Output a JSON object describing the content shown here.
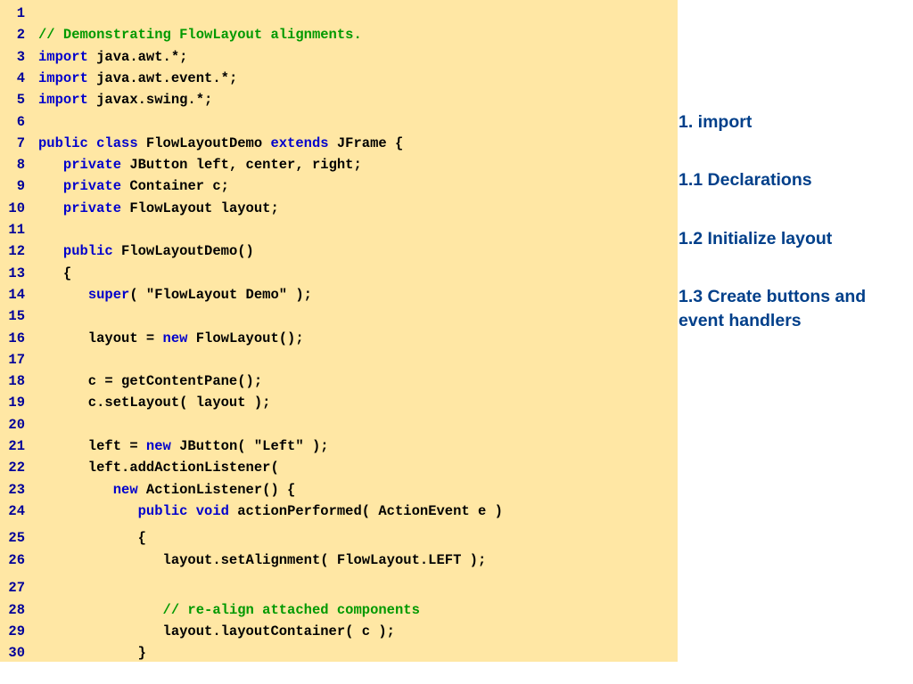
{
  "code_lines": [
    {
      "num": "1",
      "segments": []
    },
    {
      "num": "2",
      "segments": [
        {
          "t": "// Demonstrating FlowLayout alignments.",
          "c": "cm"
        }
      ]
    },
    {
      "num": "3",
      "segments": [
        {
          "t": "import",
          "c": "kw"
        },
        {
          "t": " java.awt.*;",
          "c": "tx"
        }
      ]
    },
    {
      "num": "4",
      "segments": [
        {
          "t": "import",
          "c": "kw"
        },
        {
          "t": " java.awt.event.*;",
          "c": "tx"
        }
      ]
    },
    {
      "num": "5",
      "segments": [
        {
          "t": "import",
          "c": "kw"
        },
        {
          "t": " javax.swing.*;",
          "c": "tx"
        }
      ]
    },
    {
      "num": "6",
      "segments": []
    },
    {
      "num": "7",
      "segments": [
        {
          "t": "public class",
          "c": "kw"
        },
        {
          "t": " FlowLayoutDemo ",
          "c": "tx"
        },
        {
          "t": "extends",
          "c": "kw"
        },
        {
          "t": " JFrame {",
          "c": "tx"
        }
      ]
    },
    {
      "num": "8",
      "segments": [
        {
          "t": "   ",
          "c": "tx"
        },
        {
          "t": "private",
          "c": "kw"
        },
        {
          "t": " JButton left, center, right;",
          "c": "tx"
        }
      ]
    },
    {
      "num": "9",
      "segments": [
        {
          "t": "   ",
          "c": "tx"
        },
        {
          "t": "private",
          "c": "kw"
        },
        {
          "t": " Container c;",
          "c": "tx"
        }
      ]
    },
    {
      "num": "10",
      "segments": [
        {
          "t": "   ",
          "c": "tx"
        },
        {
          "t": "private",
          "c": "kw"
        },
        {
          "t": " FlowLayout layout;",
          "c": "tx"
        }
      ]
    },
    {
      "num": "11",
      "segments": []
    },
    {
      "num": "12",
      "segments": [
        {
          "t": "   ",
          "c": "tx"
        },
        {
          "t": "public",
          "c": "kw"
        },
        {
          "t": " FlowLayoutDemo()",
          "c": "tx"
        }
      ]
    },
    {
      "num": "13",
      "segments": [
        {
          "t": "   {",
          "c": "tx"
        }
      ]
    },
    {
      "num": "14",
      "segments": [
        {
          "t": "      ",
          "c": "tx"
        },
        {
          "t": "super",
          "c": "kw"
        },
        {
          "t": "( \"FlowLayout Demo\" );",
          "c": "tx"
        }
      ]
    },
    {
      "num": "15",
      "segments": []
    },
    {
      "num": "16",
      "segments": [
        {
          "t": "      layout = ",
          "c": "tx"
        },
        {
          "t": "new",
          "c": "kw"
        },
        {
          "t": " FlowLayout();",
          "c": "tx"
        }
      ]
    },
    {
      "num": "17",
      "segments": []
    },
    {
      "num": "18",
      "segments": [
        {
          "t": "      c = getContentPane();",
          "c": "tx"
        }
      ]
    },
    {
      "num": "19",
      "segments": [
        {
          "t": "      c.setLayout( layout );",
          "c": "tx"
        }
      ]
    },
    {
      "num": "20",
      "segments": []
    },
    {
      "num": "21",
      "segments": [
        {
          "t": "      left = ",
          "c": "tx"
        },
        {
          "t": "new",
          "c": "kw"
        },
        {
          "t": " JButton( \"Left\" );",
          "c": "tx"
        }
      ]
    },
    {
      "num": "22",
      "segments": [
        {
          "t": "      left.addActionListener(",
          "c": "tx"
        }
      ]
    },
    {
      "num": "23",
      "segments": [
        {
          "t": "         ",
          "c": "tx"
        },
        {
          "t": "new",
          "c": "kw"
        },
        {
          "t": " ActionListener() {",
          "c": "tx"
        }
      ]
    },
    {
      "num": "24",
      "segments": [
        {
          "t": "            ",
          "c": "tx"
        },
        {
          "t": "public void",
          "c": "kw"
        },
        {
          "t": " actionPerformed( ActionEvent e )",
          "c": "tx"
        }
      ]
    },
    {
      "num": "25",
      "segments": [
        {
          "t": "            {",
          "c": "tx"
        }
      ]
    },
    {
      "num": "26",
      "segments": [
        {
          "t": "               layout.setAlignment( FlowLayout.LEFT );",
          "c": "tx"
        }
      ]
    },
    {
      "num": "27",
      "segments": []
    },
    {
      "num": "28",
      "segments": [
        {
          "t": "               ",
          "c": "tx"
        },
        {
          "t": "// re-align attached components",
          "c": "cm"
        }
      ]
    },
    {
      "num": "29",
      "segments": [
        {
          "t": "               layout.layoutContainer( c );",
          "c": "tx"
        }
      ]
    },
    {
      "num": "30",
      "segments": [
        {
          "t": "            }",
          "c": "tx"
        }
      ]
    }
  ],
  "outline": {
    "item_import": "1. import",
    "item_declarations": "1.1 Declarations",
    "item_initialize": "1.2 Initialize layout",
    "item_create_line1": "1.3 Create buttons and",
    "item_create_line2": "event handlers"
  },
  "colors": {
    "panel_background": "#ffe7a4",
    "keyword": "#0000cc",
    "comment": "#009900",
    "line_number": "#000099",
    "outline_text": "#003f8a"
  }
}
